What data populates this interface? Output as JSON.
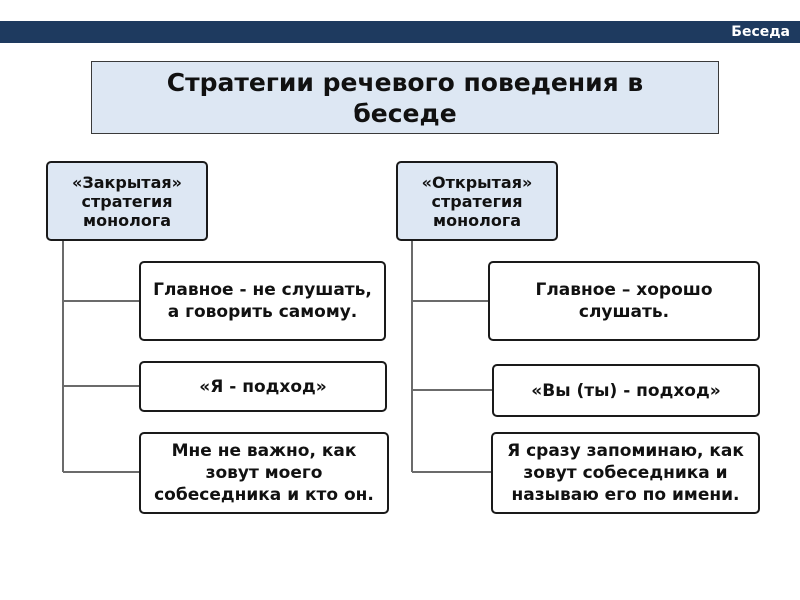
{
  "header": {
    "section_label": "Беседа"
  },
  "diagram": {
    "title": "Стратегии речевого поведения в беседе",
    "left": {
      "heading": "«Закрытая» стратегия монолога",
      "items": [
        "Главное - не слушать, а говорить самому.",
        "«Я - подход»",
        "Мне не важно, как зовут моего собеседника и кто он."
      ]
    },
    "right": {
      "heading": "«Открытая» стратегия монолога",
      "items": [
        "Главное – хорошо слушать.",
        "«Вы (ты) - подход»",
        "Я сразу запоминаю, как зовут собеседника и называю его по имени."
      ]
    }
  },
  "colors": {
    "header_bar": "#1e3a5f",
    "box_fill": "#dde7f3",
    "border": "#1a1a1a",
    "connector": "#6b6b6b"
  }
}
